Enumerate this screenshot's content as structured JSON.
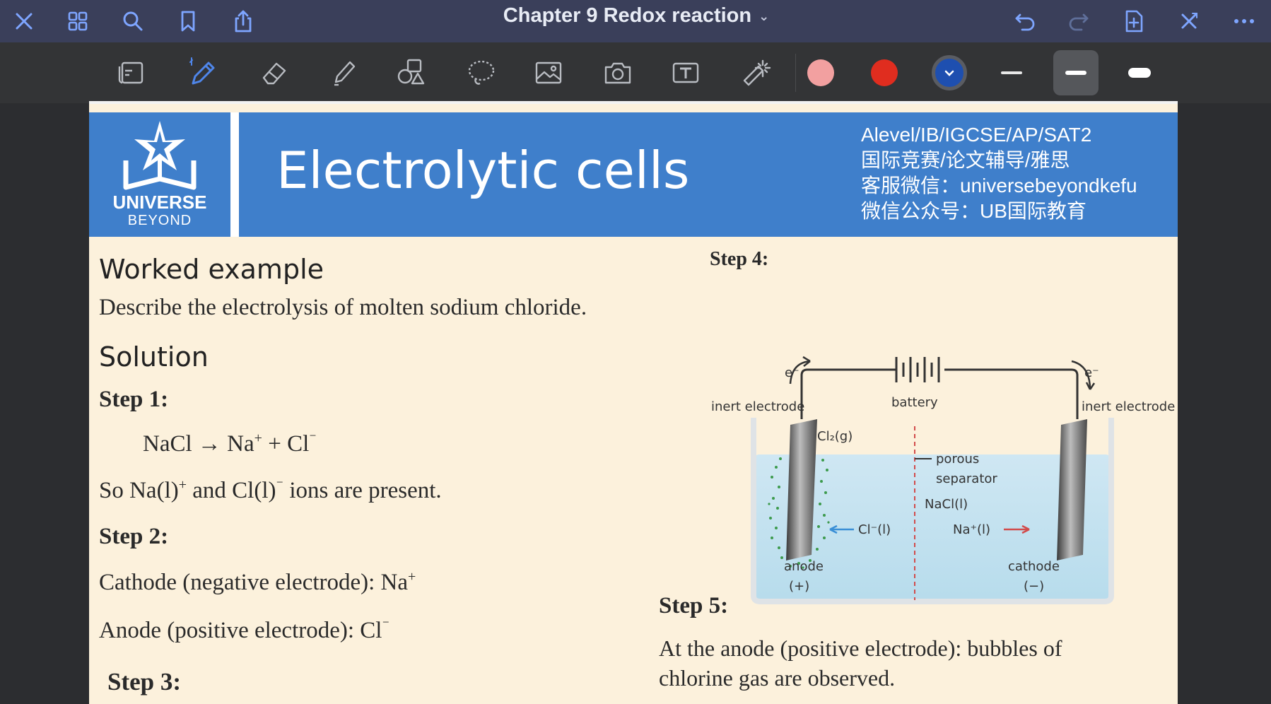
{
  "app": {
    "document_title": "Chapter 9 Redox reaction",
    "colors": {
      "accent": "#7ea5ff",
      "topbar": "#3a3f5a",
      "toolbar": "#333436"
    },
    "topbar_left_icons": [
      "close-icon",
      "grid-icon",
      "search-icon",
      "bookmark-icon",
      "share-icon"
    ],
    "topbar_right_icons": [
      "undo-icon",
      "redo-icon",
      "add-page-icon",
      "close-edit-icon",
      "more-icon"
    ],
    "tools": [
      "page-view-icon",
      "pen-icon",
      "eraser-icon",
      "highlighter-icon",
      "shapes-icon",
      "lasso-icon",
      "image-icon",
      "camera-icon",
      "text-icon",
      "laser-pointer-icon"
    ],
    "color_swatches": [
      "#f2a0a0",
      "#e02d1f",
      "#1e4fb0"
    ],
    "stroke_widths": [
      "thin",
      "medium",
      "thick"
    ]
  },
  "slide": {
    "banner": {
      "logo_line1": "UNIVERSE",
      "logo_line2": "BEYOND",
      "title": "Electrolytic cells",
      "info": [
        "Alevel/IB/IGCSE/AP/SAT2",
        "国际竞赛/论文辅导/雅思",
        "客服微信：universebeyondkefu",
        "微信公众号：UB国际教育"
      ]
    },
    "left": {
      "heading": "Worked example",
      "question": "Describe the electrolysis of molten sodium chloride.",
      "solution": "Solution",
      "step1": "Step 1:",
      "eq_lhs": "NaCl",
      "eq_arrow": "→",
      "eq_na": "Na",
      "eq_plus_sup": "+",
      "eq_plus": "+",
      "eq_cl": "Cl",
      "eq_minus_sup": "⁻",
      "so_a": "So Na(l)",
      "so_sup1": "+",
      "so_b": " and Cl(l)",
      "so_sup2": "⁻",
      "so_c": " ions are present.",
      "step2": "Step 2:",
      "cathode_line": "Cathode (negative electrode): Na",
      "cathode_sup": "+",
      "anode_line": "Anode (positive electrode): Cl",
      "anode_sup": "⁻",
      "step3": "Step 3:"
    },
    "right": {
      "step4": "Step 4:",
      "step5": "Step 5:",
      "step5_line1": "At the anode (positive electrode): bubbles of",
      "step5_line2": "chlorine gas are observed."
    },
    "diagram": {
      "e_left": "e⁻",
      "e_right": "e⁻",
      "battery": "battery",
      "inert_left": "inert electrode",
      "inert_right": "inert electrode",
      "cl2": "Cl₂(g)",
      "porous": "porous",
      "separator": "separator",
      "nacl": "NaCl(l)",
      "cl_ion": "Cl⁻(l)",
      "na_ion": "Na⁺(l)",
      "anode": "anode",
      "anode_sign": "(+)",
      "cathode": "cathode",
      "cathode_sign": "(−)"
    }
  }
}
